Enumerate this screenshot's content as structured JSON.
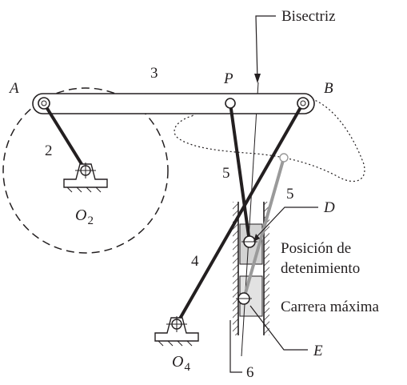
{
  "labels": {
    "bisectriz": "Bisectriz",
    "A": "A",
    "B": "B",
    "P": "P",
    "D": "D",
    "E": "E",
    "link2": "2",
    "link3": "3",
    "link4": "4",
    "link5_upper": "5",
    "link5_lower": "5",
    "link6": "6",
    "O2_main": "O",
    "O2_sub": "2",
    "O4_main": "O",
    "O4_sub": "4",
    "posicion_line1": "Posición de",
    "posicion_line2": "detenimiento",
    "carrera": "Carrera máxima"
  },
  "colors": {
    "ink": "#231f20",
    "gray_link": "#9a9a9a",
    "slider_fill": "#d3d3d3",
    "hatch": "#231f20"
  }
}
